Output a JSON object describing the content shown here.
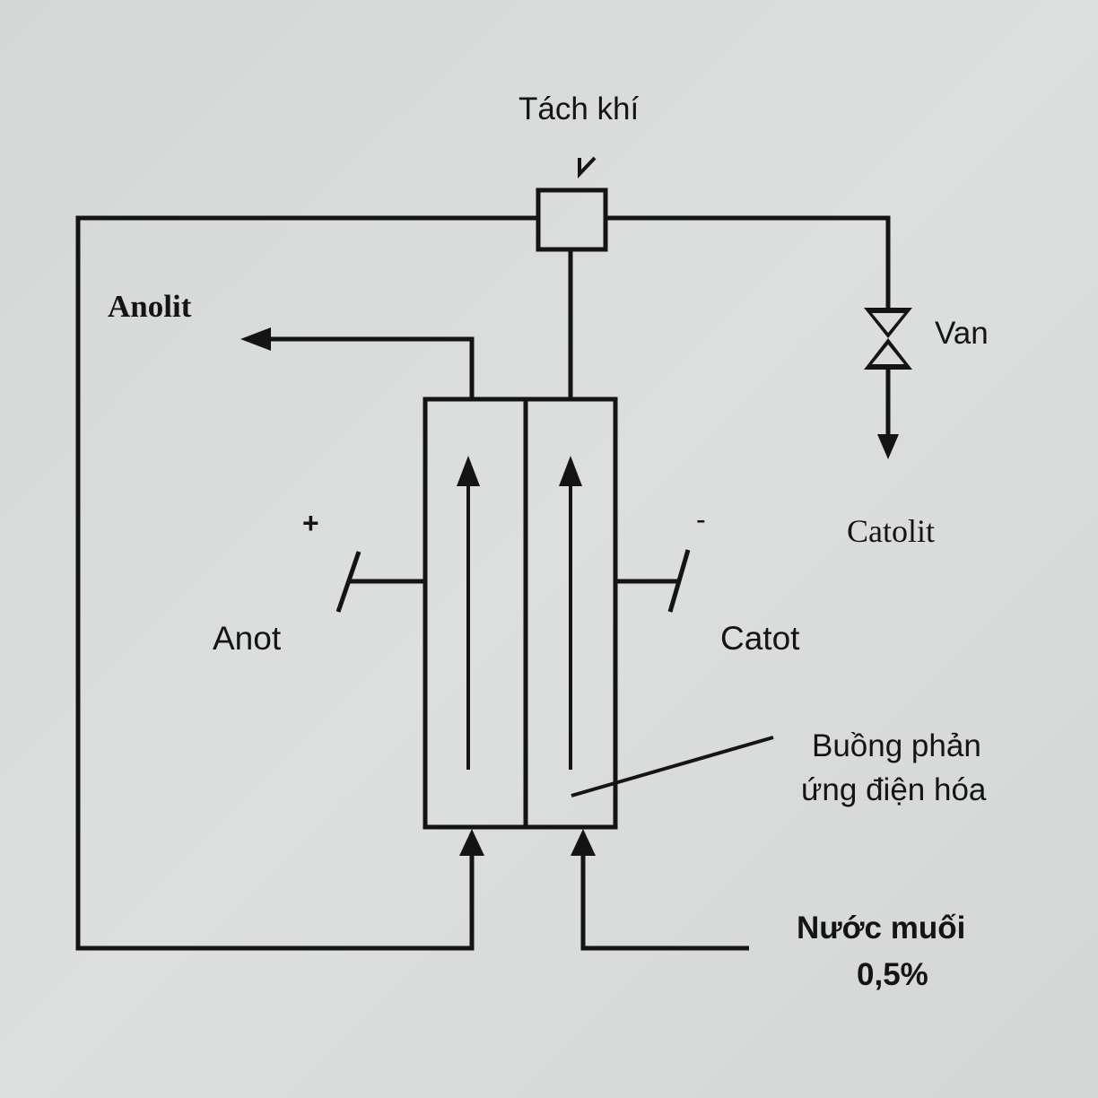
{
  "colors": {
    "background": "#d9dcdb",
    "ink": "#141414"
  },
  "labels": {
    "gas_separator": "Tách khí",
    "anolyte": "Anolit",
    "valve": "Van",
    "catholyte": "Catolit",
    "plus_sign": "+",
    "minus_sign": "-",
    "anode": "Anot",
    "cathode": "Catot",
    "chamber_line1": "Buồng phản",
    "chamber_line2": "ứng điện hóa",
    "salt_water_line1": "Nước muối",
    "salt_water_line2": "0,5%"
  }
}
